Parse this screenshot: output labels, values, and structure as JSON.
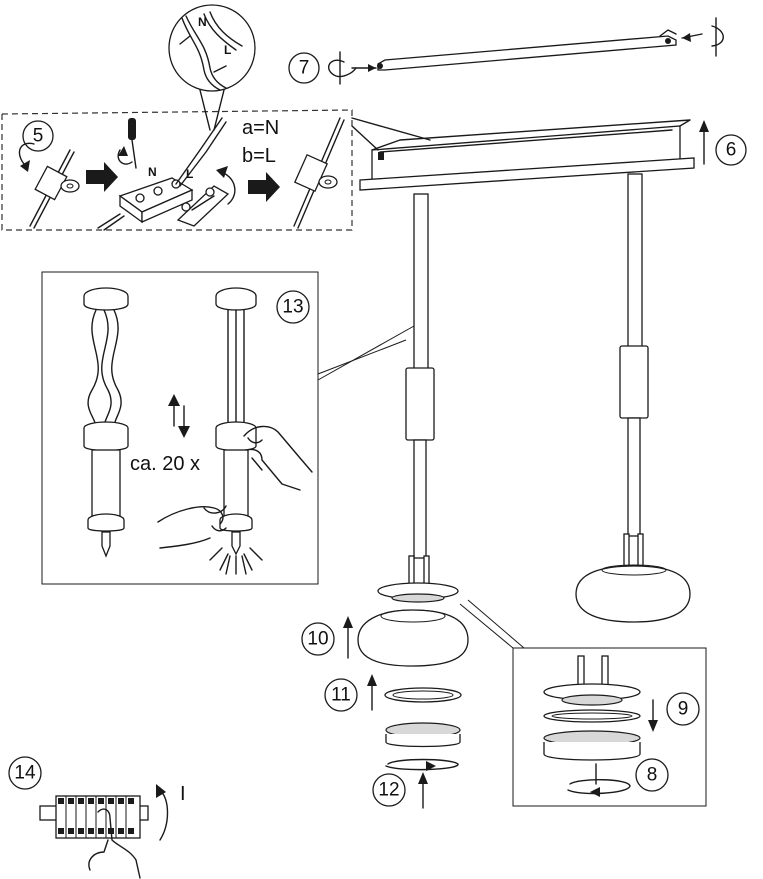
{
  "steps": {
    "s5": "5",
    "s6": "6",
    "s7": "7",
    "s8": "8",
    "s9": "9",
    "s10": "10",
    "s11": "11",
    "s12": "12",
    "s13": "13",
    "s14": "14"
  },
  "wiring": {
    "line_a": "a=N",
    "line_b": "b=L",
    "terminal_n": "N",
    "terminal_l": "L",
    "callout_n": "N",
    "callout_l": "L"
  },
  "panel13": {
    "repeat_text": "ca. 20 x"
  },
  "step14": {
    "switch_label": "I"
  }
}
